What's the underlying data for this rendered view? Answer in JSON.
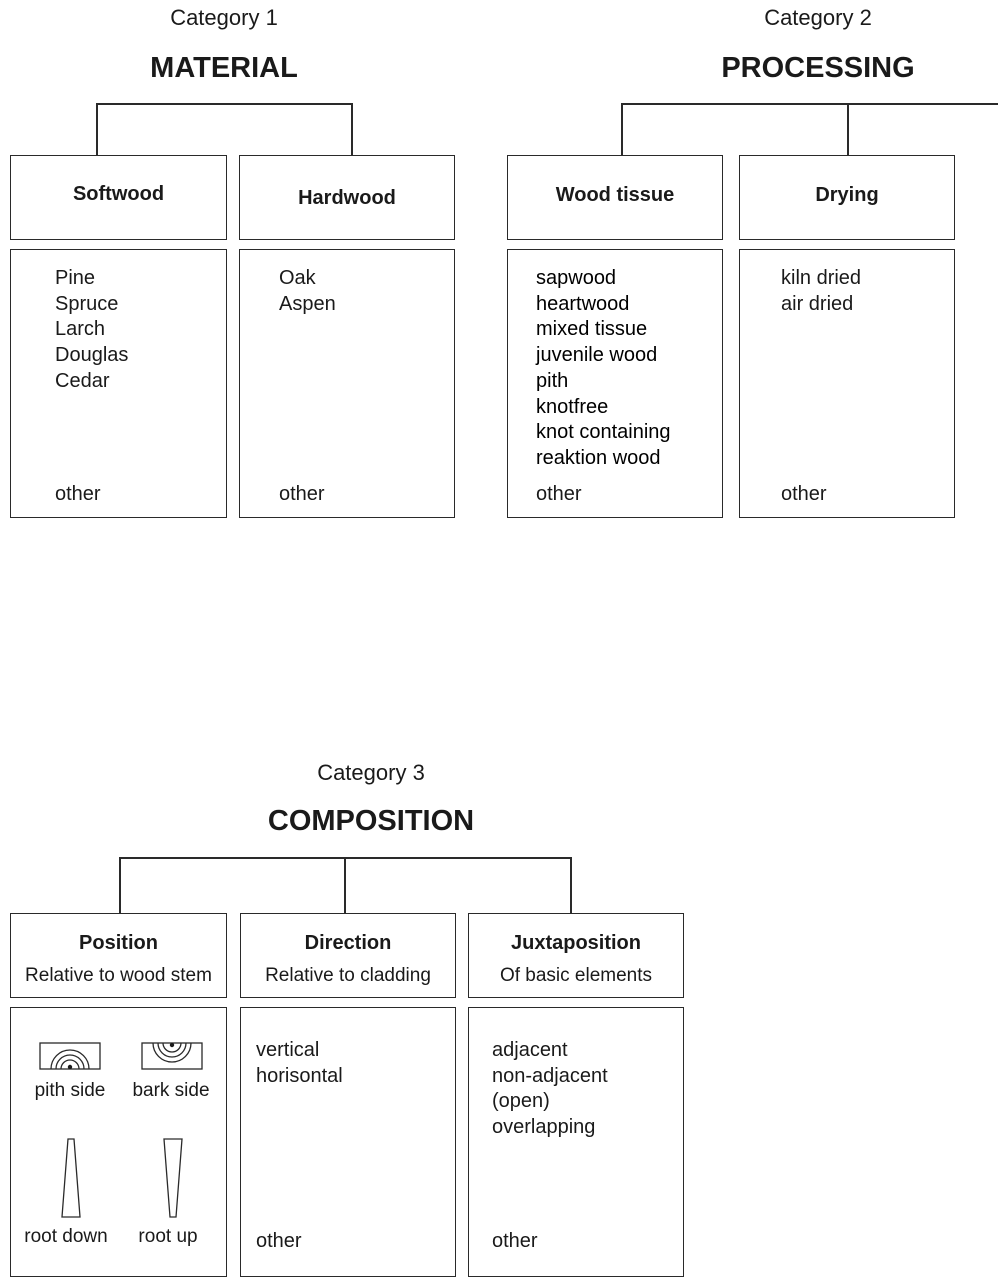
{
  "categories": [
    {
      "label": "Category 1",
      "title": "MATERIAL",
      "groups": [
        {
          "title": "Softwood",
          "items": [
            "Pine",
            "Spruce",
            "Larch",
            "Douglas",
            "Cedar"
          ],
          "other": "other"
        },
        {
          "title": "Hardwood",
          "items": [
            "Oak",
            "Aspen"
          ],
          "other": "other"
        }
      ]
    },
    {
      "label": "Category 2",
      "title": "PROCESSING",
      "groups": [
        {
          "title": "Wood tissue",
          "items": [
            "sapwood",
            "heartwood",
            "mixed tissue",
            "juvenile wood",
            "pith",
            "knotfree",
            "knot containing",
            "reaktion wood"
          ],
          "other": "other"
        },
        {
          "title": "Drying",
          "items": [
            "kiln dried",
            "air dried"
          ],
          "other": "other"
        }
      ]
    },
    {
      "label": "Category 3",
      "title": "COMPOSITION",
      "groups": [
        {
          "title": "Position",
          "subtitle": "Relative to wood stem",
          "icons": [
            {
              "icon": "pith-side-icon",
              "label": "pith side"
            },
            {
              "icon": "bark-side-icon",
              "label": "bark side"
            },
            {
              "icon": "root-down-icon",
              "label": "root down"
            },
            {
              "icon": "root-up-icon",
              "label": "root up"
            }
          ]
        },
        {
          "title": "Direction",
          "subtitle": "Relative to cladding",
          "items": [
            "vertical",
            "horisontal"
          ],
          "other": "other"
        },
        {
          "title": "Juxtaposition",
          "subtitle": "Of basic elements",
          "items": [
            "adjacent",
            "non-adjacent",
            "(open)",
            "overlapping"
          ],
          "other": "other"
        }
      ]
    }
  ]
}
